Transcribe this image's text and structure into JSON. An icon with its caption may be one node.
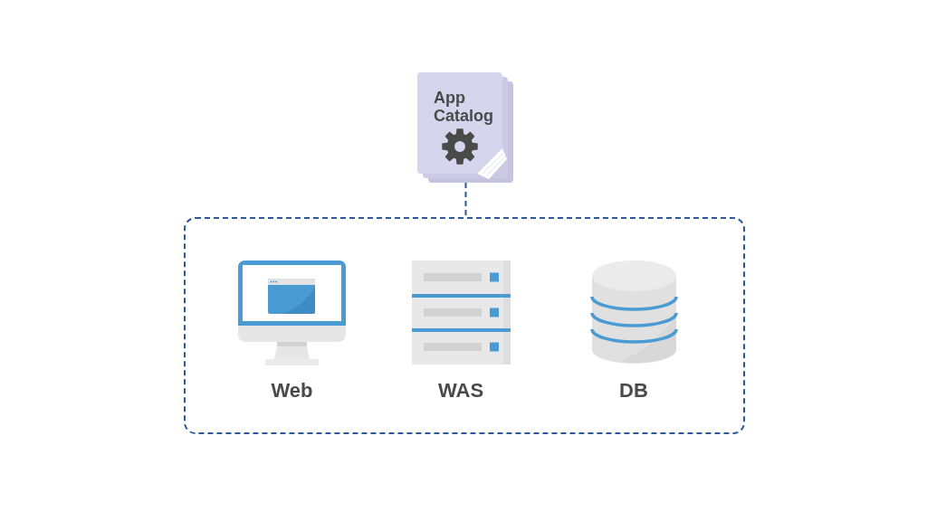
{
  "diagram": {
    "nodes": [
      {
        "text": [
          "App Catalog"
        ]
      },
      {
        "text": [],
        "shape": "box"
      },
      {
        "text": [
          "Web"
        ],
        "in": 1
      },
      {
        "text": [
          "WAS"
        ],
        "in": 1
      },
      {
        "text": [
          "DB"
        ],
        "in": 1
      }
    ],
    "edges": [
      {
        "from": 0,
        "to": 1,
        "arrow": "none",
        "style": "dashed"
      }
    ]
  }
}
